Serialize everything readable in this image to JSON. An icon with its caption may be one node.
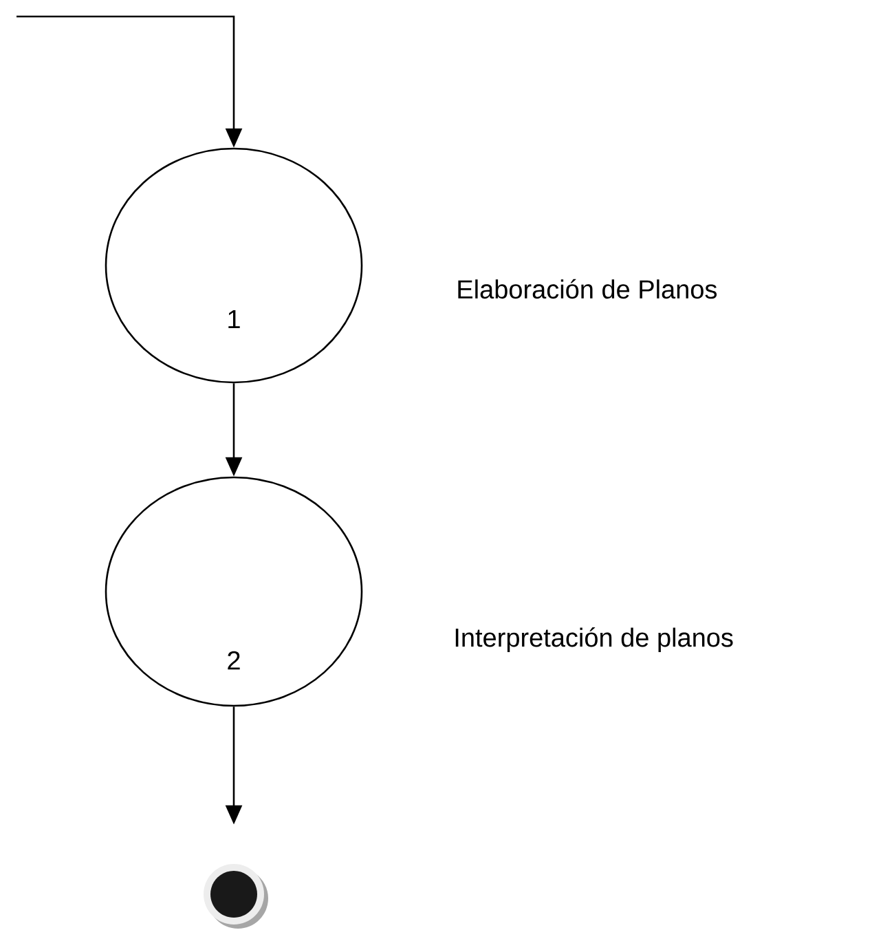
{
  "diagram": {
    "nodes": [
      {
        "text": [
          "1"
        ],
        "beside": [
          "Elaboración de Planos"
        ]
      },
      {
        "text": [
          "2"
        ],
        "beside": [
          "Interpretación de planos"
        ]
      },
      {
        "text": [],
        "shape": "circle"
      }
    ],
    "edges": [
      {
        "from": null,
        "to": 0,
        "arrow": "to"
      },
      {
        "from": 0,
        "to": 1,
        "arrow": "to"
      },
      {
        "from": 1,
        "to": 2,
        "arrow": "to"
      }
    ]
  }
}
